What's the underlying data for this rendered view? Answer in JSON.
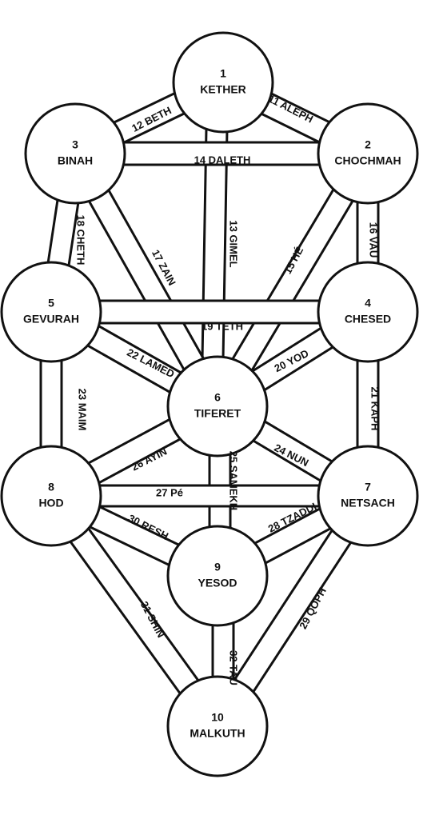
{
  "sephirot": [
    {
      "id": "kether",
      "number": "1",
      "name": "KETHER"
    },
    {
      "id": "chochmah",
      "number": "2",
      "name": "CHOCHMAH"
    },
    {
      "id": "binah",
      "number": "3",
      "name": "BINAH"
    },
    {
      "id": "chesed",
      "number": "4",
      "name": "CHESED"
    },
    {
      "id": "gevurah",
      "number": "5",
      "name": "GEVURAH"
    },
    {
      "id": "tiferet",
      "number": "6",
      "name": "TIFERET"
    },
    {
      "id": "netsach",
      "number": "7",
      "name": "NETSACH"
    },
    {
      "id": "hod",
      "number": "8",
      "name": "HOD"
    },
    {
      "id": "yesod",
      "number": "9",
      "name": "YESOD"
    },
    {
      "id": "malkuth",
      "number": "10",
      "name": "MALKUTH"
    }
  ],
  "paths": [
    {
      "id": "p11",
      "label": "11 ALEPH",
      "from": "kether",
      "to": "chochmah"
    },
    {
      "id": "p12",
      "label": "12 BETH",
      "from": "kether",
      "to": "binah"
    },
    {
      "id": "p13",
      "label": "13 GIMEL",
      "from": "kether",
      "to": "tiferet"
    },
    {
      "id": "p14",
      "label": "14 DALETH",
      "from": "chochmah",
      "to": "binah"
    },
    {
      "id": "p15",
      "label": "15 HÉ",
      "from": "chochmah",
      "to": "tiferet"
    },
    {
      "id": "p16",
      "label": "16 VAU",
      "from": "chochmah",
      "to": "chesed"
    },
    {
      "id": "p17",
      "label": "17 ZAIN",
      "from": "binah",
      "to": "tiferet"
    },
    {
      "id": "p18",
      "label": "18 CHETH",
      "from": "binah",
      "to": "gevurah"
    },
    {
      "id": "p19",
      "label": "19 TETH",
      "from": "chesed",
      "to": "gevurah"
    },
    {
      "id": "p20",
      "label": "20 YOD",
      "from": "chesed",
      "to": "tiferet"
    },
    {
      "id": "p21",
      "label": "21 KAPH",
      "from": "chesed",
      "to": "netsach"
    },
    {
      "id": "p22",
      "label": "22 LAMED",
      "from": "gevurah",
      "to": "tiferet"
    },
    {
      "id": "p23",
      "label": "23 MAIM",
      "from": "gevurah",
      "to": "hod"
    },
    {
      "id": "p24",
      "label": "24 NUN",
      "from": "tiferet",
      "to": "netsach"
    },
    {
      "id": "p25",
      "label": "25 SAMEKH",
      "from": "tiferet",
      "to": "yesod"
    },
    {
      "id": "p26",
      "label": "26 AYIN",
      "from": "tiferet",
      "to": "hod"
    },
    {
      "id": "p27",
      "label": "27 Pé",
      "from": "netsach",
      "to": "hod"
    },
    {
      "id": "p28",
      "label": "28 TZADDI",
      "from": "netsach",
      "to": "yesod"
    },
    {
      "id": "p29",
      "label": "29 QOPH",
      "from": "netsach",
      "to": "malkuth"
    },
    {
      "id": "p30",
      "label": "30 RESH",
      "from": "hod",
      "to": "yesod"
    },
    {
      "id": "p31",
      "label": "31 SHIN",
      "from": "hod",
      "to": "malkuth"
    },
    {
      "id": "p32",
      "label": "32 TAU",
      "from": "yesod",
      "to": "malkuth"
    }
  ]
}
